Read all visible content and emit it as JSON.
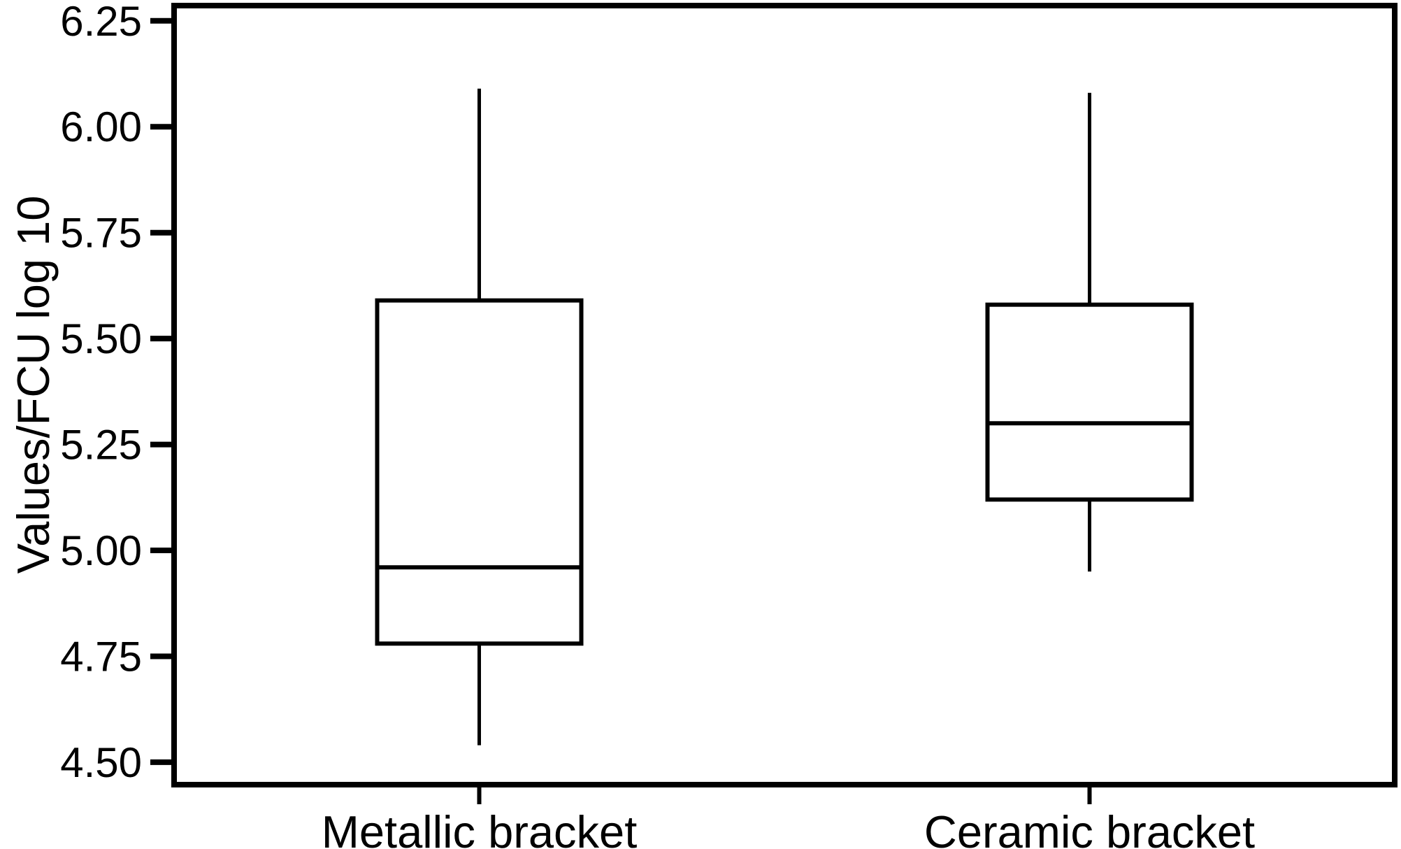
{
  "figure": {
    "background": "#ffffff",
    "foreground": "#000000"
  },
  "chart_data": {
    "type": "box",
    "title": "",
    "xlabel": "",
    "ylabel": "Values/FCU log 10",
    "categories": [
      "Metallic bracket",
      "Ceramic bracket"
    ],
    "y_ticks": [
      6.25,
      6.0,
      5.75,
      5.5,
      5.25,
      5.0,
      4.75,
      4.5
    ],
    "y_tick_labels": [
      "6.25",
      "6.00",
      "5.75",
      "5.50",
      "5.25",
      "5.00",
      "4.75",
      "4.50"
    ],
    "ylim": [
      4.447,
      6.286
    ],
    "grid": false,
    "legend": null,
    "whisker_caps": false,
    "outliers": [],
    "series": [
      {
        "name": "Metallic bracket",
        "min": 4.54,
        "q1": 4.78,
        "median": 4.96,
        "q3": 5.59,
        "max": 6.09
      },
      {
        "name": "Ceramic bracket",
        "min": 4.95,
        "q1": 5.12,
        "median": 5.3,
        "q3": 5.58,
        "max": 6.08
      }
    ]
  }
}
